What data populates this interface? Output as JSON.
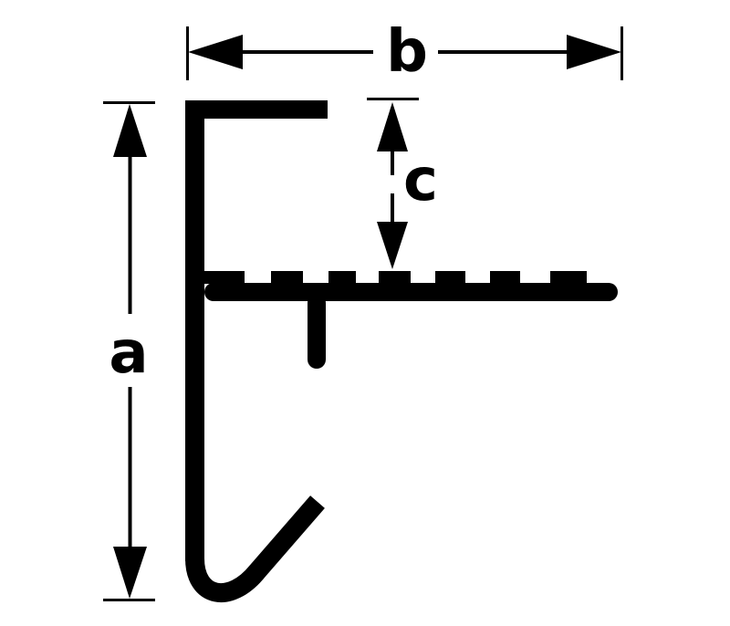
{
  "diagram": {
    "background_color": "#ffffff",
    "line_color": "#000000",
    "labels": {
      "a": "a",
      "b": "b",
      "c": "c"
    }
  }
}
